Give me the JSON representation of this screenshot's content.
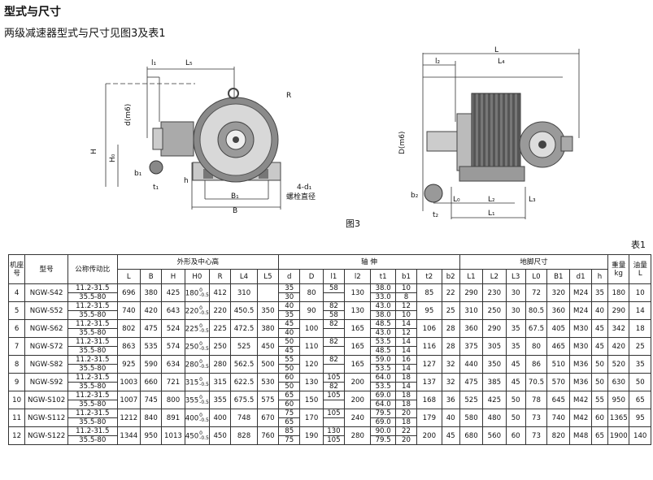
{
  "title": "型式与尺寸",
  "subtitle": "两级减速器型式与尺寸见图3及表1",
  "figure_label": "图3",
  "table_label": "表1",
  "drawing_labels": {
    "left": {
      "l1": "l₁",
      "L5": "L₅",
      "R": "R",
      "d": "d(m6)",
      "H": "H",
      "H0": "H₀",
      "b1": "b₁",
      "t1": "t₁",
      "h": "h",
      "d1": "4-d₁",
      "bolt": "螺栓直径",
      "B1": "B₁",
      "B": "B"
    },
    "right": {
      "L": "L",
      "L4": "L₄",
      "l2": "l₂",
      "D": "D(m6)",
      "b2": "b₂",
      "t2": "t₂",
      "L0": "L₀",
      "L2": "L₂",
      "L3": "L₃",
      "L1": "L₁"
    }
  },
  "headers": {
    "seat": "机座号",
    "model": "型号",
    "ratio": "公称传动比",
    "group_outline": "外形及中心高",
    "group_shaft": "轴 伸",
    "group_foot": "地脚尺寸",
    "weight": "重量",
    "weight_unit": "kg",
    "oil": "油量",
    "oil_unit": "L",
    "cols": [
      "L",
      "B",
      "H",
      "H0",
      "R",
      "L4",
      "L5",
      "d",
      "D",
      "l1",
      "l2",
      "t1",
      "b1",
      "t2",
      "b2",
      "L1",
      "L2",
      "L3",
      "L0",
      "B1",
      "d1",
      "h"
    ]
  },
  "tolerance": {
    "upper": "0",
    "lower": "-0.5"
  },
  "rows": [
    {
      "seat": "4",
      "model": "NGW-S42",
      "ratio": [
        "11.2-31.5",
        "35.5-80"
      ],
      "L": "696",
      "B": "380",
      "H": "425",
      "H0": "180",
      "R": "412",
      "L4": "310",
      "L5": "",
      "d": [
        "35",
        "30"
      ],
      "D": "80",
      "l1": [
        "58",
        ""
      ],
      "l2": "130",
      "t1": [
        "38.0",
        "33.0"
      ],
      "b1": [
        "10",
        "8"
      ],
      "t2": "85",
      "b2": "22",
      "L1": "290",
      "L2": "230",
      "L3": "30",
      "L0": "72",
      "B1": "320",
      "d1": "M24",
      "h": "35",
      "weight": "180",
      "oil": "10"
    },
    {
      "seat": "5",
      "model": "NGW-S52",
      "ratio": [
        "11.2-31.5",
        "35.5-80"
      ],
      "L": "740",
      "B": "420",
      "H": "643",
      "H0": "220",
      "R": "220",
      "L4": "450.5",
      "L5": "350",
      "d": [
        "40",
        "35"
      ],
      "D": "90",
      "l1": [
        "82",
        "58"
      ],
      "l2": "130",
      "t1": [
        "43.0",
        "38.0"
      ],
      "b1": [
        "12",
        "10"
      ],
      "t2": "95",
      "b2": "25",
      "L1": "310",
      "L2": "250",
      "L3": "30",
      "L0": "80.5",
      "B1": "360",
      "d1": "M24",
      "h": "40",
      "weight": "290",
      "oil": "14"
    },
    {
      "seat": "6",
      "model": "NGW-S62",
      "ratio": [
        "11.2-31.5",
        "35.5-80"
      ],
      "L": "802",
      "B": "475",
      "H": "524",
      "H0": "225",
      "R": "225",
      "L4": "472.5",
      "L5": "380",
      "d": [
        "45",
        "40"
      ],
      "D": "100",
      "l1": [
        "82",
        ""
      ],
      "l2": "165",
      "t1": [
        "48.5",
        "43.0"
      ],
      "b1": [
        "14",
        "12"
      ],
      "t2": "106",
      "b2": "28",
      "L1": "360",
      "L2": "290",
      "L3": "35",
      "L0": "67.5",
      "B1": "405",
      "d1": "M30",
      "h": "45",
      "weight": "342",
      "oil": "18"
    },
    {
      "seat": "7",
      "model": "NGW-S72",
      "ratio": [
        "11.2-31.5",
        "35.5-80"
      ],
      "L": "863",
      "B": "535",
      "H": "574",
      "H0": "250",
      "R": "250",
      "L4": "525",
      "L5": "450",
      "d": [
        "50",
        "45"
      ],
      "D": "110",
      "l1": [
        "82",
        ""
      ],
      "l2": "165",
      "t1": [
        "53.5",
        "48.5"
      ],
      "b1": [
        "14",
        "14"
      ],
      "t2": "116",
      "b2": "28",
      "L1": "375",
      "L2": "305",
      "L3": "35",
      "L0": "80",
      "B1": "465",
      "d1": "M30",
      "h": "45",
      "weight": "420",
      "oil": "25"
    },
    {
      "seat": "8",
      "model": "NGW-S82",
      "ratio": [
        "11.2-31.5",
        "35.5-80"
      ],
      "L": "925",
      "B": "590",
      "H": "634",
      "H0": "280",
      "R": "280",
      "L4": "562.5",
      "L5": "500",
      "d": [
        "55",
        "50"
      ],
      "D": "120",
      "l1": [
        "82",
        ""
      ],
      "l2": "165",
      "t1": [
        "59.0",
        "53.5"
      ],
      "b1": [
        "16",
        "14"
      ],
      "t2": "127",
      "b2": "32",
      "L1": "440",
      "L2": "350",
      "L3": "45",
      "L0": "86",
      "B1": "510",
      "d1": "M36",
      "h": "50",
      "weight": "520",
      "oil": "35"
    },
    {
      "seat": "9",
      "model": "NGW-S92",
      "ratio": [
        "11.2-31.5",
        "35.5-80"
      ],
      "L": "1003",
      "B": "660",
      "H": "721",
      "H0": "315",
      "R": "315",
      "L4": "622.5",
      "L5": "530",
      "d": [
        "60",
        "50"
      ],
      "D": "130",
      "l1": [
        "105",
        "82"
      ],
      "l2": "200",
      "t1": [
        "64.0",
        "53.5"
      ],
      "b1": [
        "18",
        "14"
      ],
      "t2": "137",
      "b2": "32",
      "L1": "475",
      "L2": "385",
      "L3": "45",
      "L0": "70.5",
      "B1": "570",
      "d1": "M36",
      "h": "50",
      "weight": "630",
      "oil": "50"
    },
    {
      "seat": "10",
      "model": "NGW-S102",
      "ratio": [
        "11.2-31.5",
        "35.5-80"
      ],
      "L": "1007",
      "B": "745",
      "H": "800",
      "H0": "355",
      "R": "355",
      "L4": "675.5",
      "L5": "575",
      "d": [
        "65",
        "60"
      ],
      "D": "150",
      "l1": [
        "105",
        ""
      ],
      "l2": "200",
      "t1": [
        "69.0",
        "64.0"
      ],
      "b1": [
        "18",
        "18"
      ],
      "t2": "168",
      "b2": "36",
      "L1": "525",
      "L2": "425",
      "L3": "50",
      "L0": "78",
      "B1": "645",
      "d1": "M42",
      "h": "55",
      "weight": "950",
      "oil": "65"
    },
    {
      "seat": "11",
      "model": "NGW-S112",
      "ratio": [
        "11.2-31.5",
        "35.5-80"
      ],
      "L": "1212",
      "B": "840",
      "H": "891",
      "H0": "400",
      "R": "400",
      "L4": "748",
      "L5": "670",
      "d": [
        "75",
        "65"
      ],
      "D": "170",
      "l1": [
        "105",
        ""
      ],
      "l2": "240",
      "t1": [
        "79.5",
        "69.0"
      ],
      "b1": [
        "20",
        "18"
      ],
      "t2": "179",
      "b2": "40",
      "L1": "580",
      "L2": "480",
      "L3": "50",
      "L0": "73",
      "B1": "740",
      "d1": "M42",
      "h": "60",
      "weight": "1365",
      "oil": "95"
    },
    {
      "seat": "12",
      "model": "NGW-S122",
      "ratio": [
        "11.2-31.5",
        "35.5-80"
      ],
      "L": "1344",
      "B": "950",
      "H": "1013",
      "H0": "450",
      "R": "450",
      "L4": "828",
      "L5": "760",
      "d": [
        "85",
        "75"
      ],
      "D": "190",
      "l1": [
        "130",
        "105"
      ],
      "l2": "280",
      "t1": [
        "90.0",
        "79.5"
      ],
      "b1": [
        "22",
        "20"
      ],
      "t2": "200",
      "b2": "45",
      "L1": "680",
      "L2": "560",
      "L3": "60",
      "L0": "73",
      "B1": "820",
      "d1": "M48",
      "h": "65",
      "weight": "1900",
      "oil": "140"
    }
  ]
}
